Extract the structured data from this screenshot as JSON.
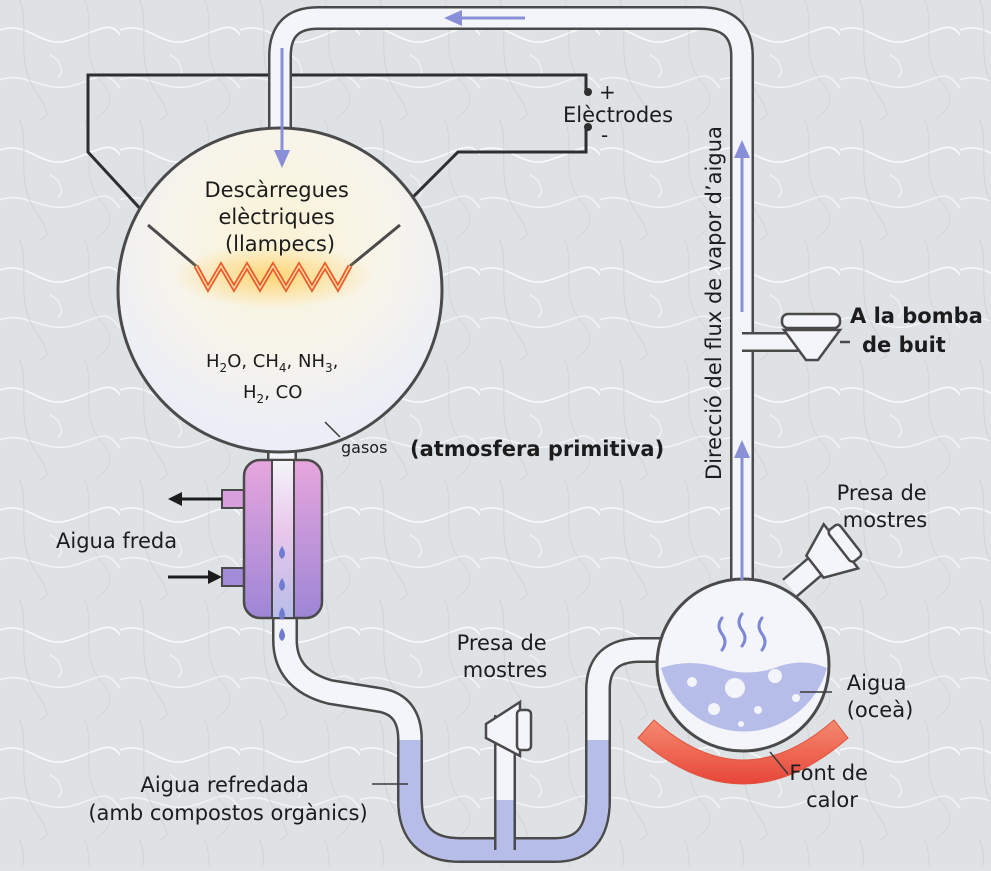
{
  "labels": {
    "discharges": [
      "Descàrregues",
      "elèctriques",
      "(llampecs)"
    ],
    "electrodes": "Elèctrodes",
    "plus": "+",
    "minus": "-",
    "gases_word": "gasos",
    "gases_desc": "(atmosfera primitiva)",
    "flow_direction": "Direcció del flux de vapor d’aigua",
    "vacuum_pump": [
      "A la bomba",
      "de buit"
    ],
    "sample_port_right": [
      "Presa de",
      "mostres"
    ],
    "sample_port_bottom": [
      "Presa de",
      "mostres"
    ],
    "cold_water": "Aigua freda",
    "water_ocean": [
      "Aigua",
      "(oceà)"
    ],
    "heat_source": [
      "Font de",
      "calor"
    ],
    "cooled_water": [
      "Aigua refredada",
      "(amb compostos orgànics)"
    ]
  },
  "formula": {
    "line1": [
      {
        "t": "H"
      },
      {
        "t": "2",
        "s": true
      },
      {
        "t": "O, CH"
      },
      {
        "t": "4",
        "s": true
      },
      {
        "t": ", NH"
      },
      {
        "t": "3",
        "s": true
      },
      {
        "t": ","
      }
    ],
    "line2": [
      {
        "t": "H"
      },
      {
        "t": "2",
        "s": true
      },
      {
        "t": ", CO"
      }
    ]
  },
  "colors": {
    "tube_fill": "#f4f5fa",
    "tube_outline": "#4a4a4a",
    "flow_arrow": "#8a90d8",
    "condenser": "#c98ad6",
    "heater": "#ef6450",
    "water": "#b7bde9",
    "spark": "#ee5a2a"
  }
}
